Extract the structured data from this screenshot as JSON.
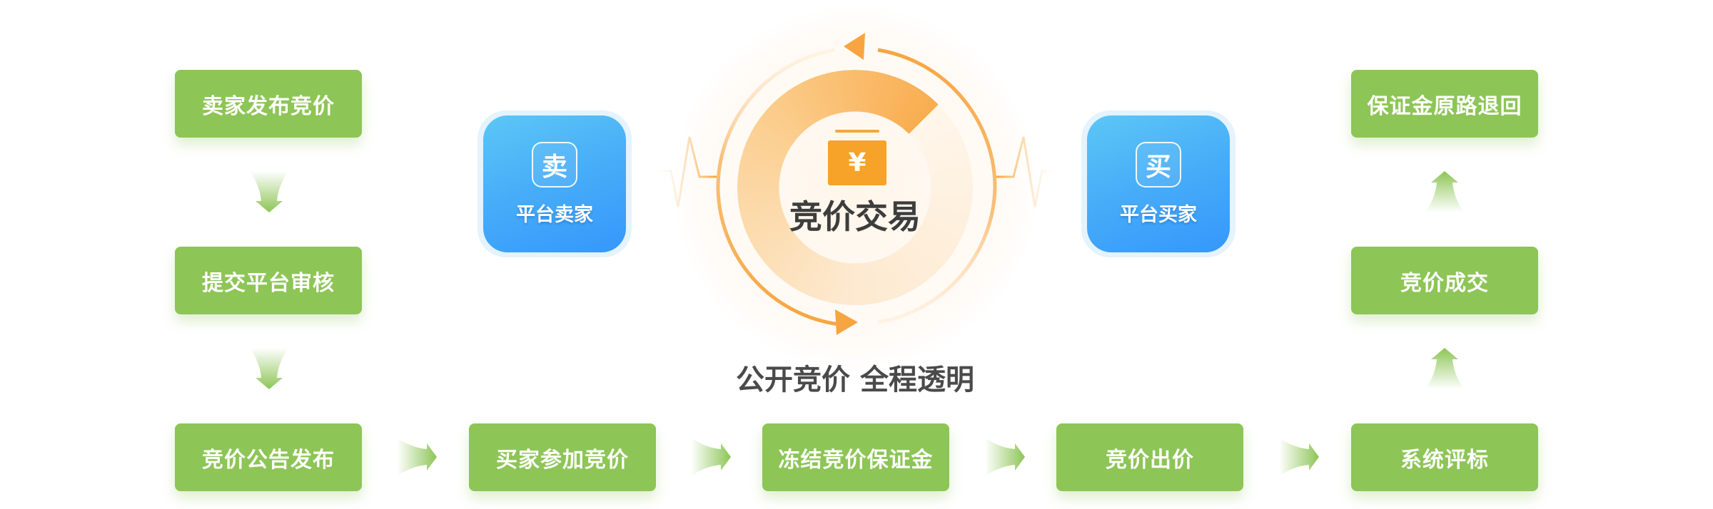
{
  "flow": {
    "steps": [
      "卖家发布竞价",
      "提交平台审核",
      "竞价公告发布",
      "买家参加竞价",
      "冻结竞价保证金",
      "竞价出价",
      "系统评标",
      "竞价成交",
      "保证金原路退回"
    ]
  },
  "seller": {
    "glyph": "卖",
    "label": "平台卖家"
  },
  "buyer": {
    "glyph": "买",
    "label": "平台买家"
  },
  "center": {
    "title": "竞价交易",
    "currency_symbol": "¥",
    "slogan": "公开竞价 全程透明"
  },
  "colors": {
    "step_green": "#8dc556",
    "accent_orange": "#f7a540",
    "card_blue": "#3597fc"
  }
}
